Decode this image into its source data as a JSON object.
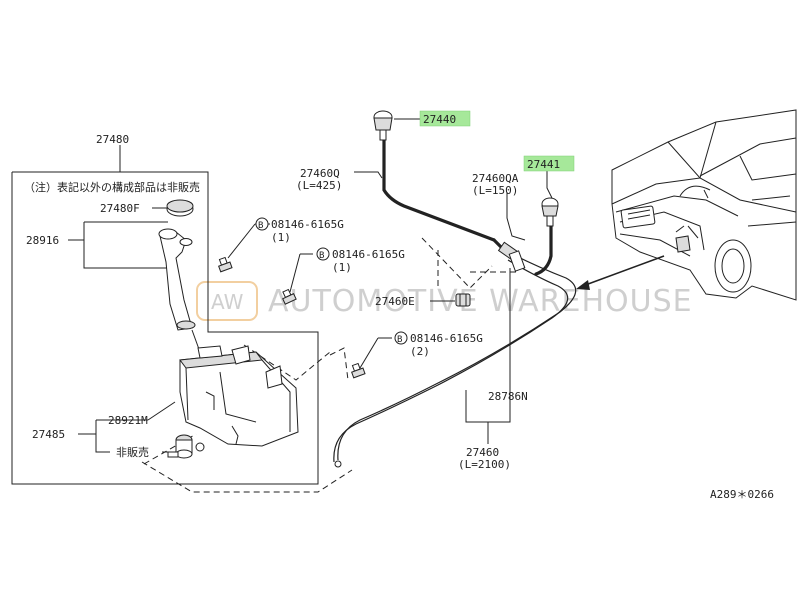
{
  "watermark": {
    "badge": "AW",
    "text": "AUTOMOTIVE WAREHOUSE",
    "color": "#cfcfcf"
  },
  "highlight_color": "#a6e89a",
  "labels": {
    "p27480": "27480",
    "note": "（注）表記以外の構成部品は非販売",
    "p27480F": "27480F",
    "p28916": "28916",
    "bolt1": "08146-6165G",
    "bolt1_qty": "(1)",
    "bolt2": "08146-6165G",
    "bolt2_qty": "(1)",
    "bolt3": "08146-6165G",
    "bolt3_qty": "(2)",
    "bolt_mark": "B",
    "p27440": "27440",
    "p27441": "27441",
    "p27460Q": "27460Q",
    "p27460Q_len": "(L=425)",
    "p27460QA": "27460QA",
    "p27460QA_len": "(L=150)",
    "p27460E": "27460E",
    "p28786N": "28786N",
    "p27460": "27460",
    "p27460_len": "(L=2100)",
    "p27485": "27485",
    "p28921M": "28921M",
    "not_sold": "非販売",
    "diagram_code": "A289＊0266"
  }
}
